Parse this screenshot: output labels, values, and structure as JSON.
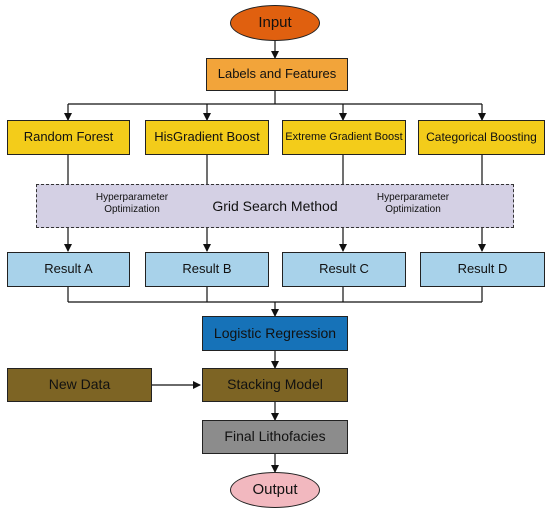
{
  "input": "Input",
  "labels_features": "Labels and Features",
  "models": [
    "Random Forest",
    "HisGradient Boost",
    "Extreme Gradient Boost",
    "Categorical Boosting"
  ],
  "grid_search": {
    "title": "Grid Search Method",
    "left_note": "Hyperparameter Optimization",
    "right_note": "Hyperparameter Optimization"
  },
  "results": [
    "Result A",
    "Result B",
    "Result C",
    "Result D"
  ],
  "logistic_regression": "Logistic Regression",
  "new_data": "New Data",
  "stacking_model": "Stacking Model",
  "final_lithofacies": "Final Lithofacies",
  "output": "Output",
  "colors": {
    "input": "#e0600f",
    "labels_features": "#f2a43a",
    "model": "#f3cc1a",
    "grid_search": "#d4d0e4",
    "result": "#a8d2ea",
    "logistic_regression": "#1672b8",
    "stacking": "#7d6424",
    "final": "#8c8c8c",
    "output": "#f2b8bf"
  }
}
